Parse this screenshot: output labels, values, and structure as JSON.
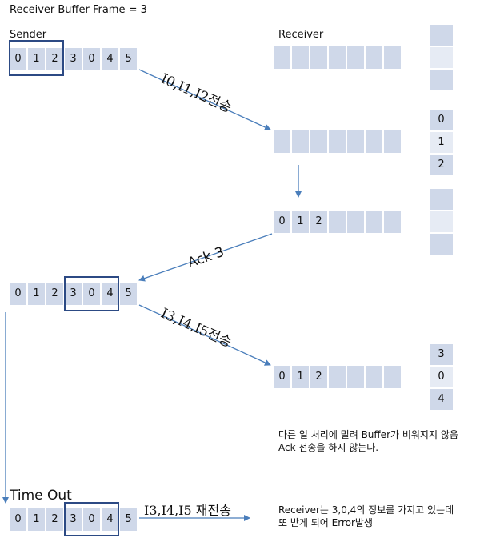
{
  "title": "Receiver Buffer Frame = 3",
  "sender_label": "Sender",
  "receiver_label": "Receiver",
  "sender_rows": [
    [
      "0",
      "1",
      "2",
      "3",
      "0",
      "4",
      "5"
    ],
    [
      "0",
      "1",
      "2",
      "3",
      "0",
      "4",
      "5"
    ],
    [
      "0",
      "1",
      "2",
      "3",
      "0",
      "4",
      "5"
    ]
  ],
  "receiver_rows": [
    [
      "",
      "",
      "",
      "",
      "",
      "",
      ""
    ],
    [
      "",
      "",
      "",
      "",
      "",
      "",
      ""
    ],
    [
      "0",
      "1",
      "2",
      "",
      "",
      "",
      ""
    ],
    [
      "0",
      "1",
      "2",
      "",
      "",
      "",
      ""
    ]
  ],
  "buffers": [
    [
      "",
      "",
      ""
    ],
    [
      "0",
      "1",
      "2"
    ],
    [
      "",
      "",
      ""
    ],
    [
      "3",
      "0",
      "4"
    ]
  ],
  "arrow_labels": {
    "send1": "I0,I1,I2전송",
    "ack": "Ack 3",
    "send2": "I3,I4,I5전송",
    "resend": "I3,I4,I5 재전송"
  },
  "timeout": "Time Out",
  "note1": [
    "다른 일 처리에 밀려 Buffer가 비워지지 않음",
    "Ack 전송을 하지 않는다."
  ],
  "note2": [
    "Receiver는 3,0,4의 정보를 가지고 있는데",
    "또 받게 되어 Error발생"
  ],
  "colors": {
    "cell": "#cfd8e9",
    "window_border": "#2c4a84",
    "arrow": "#4a7ebb"
  }
}
